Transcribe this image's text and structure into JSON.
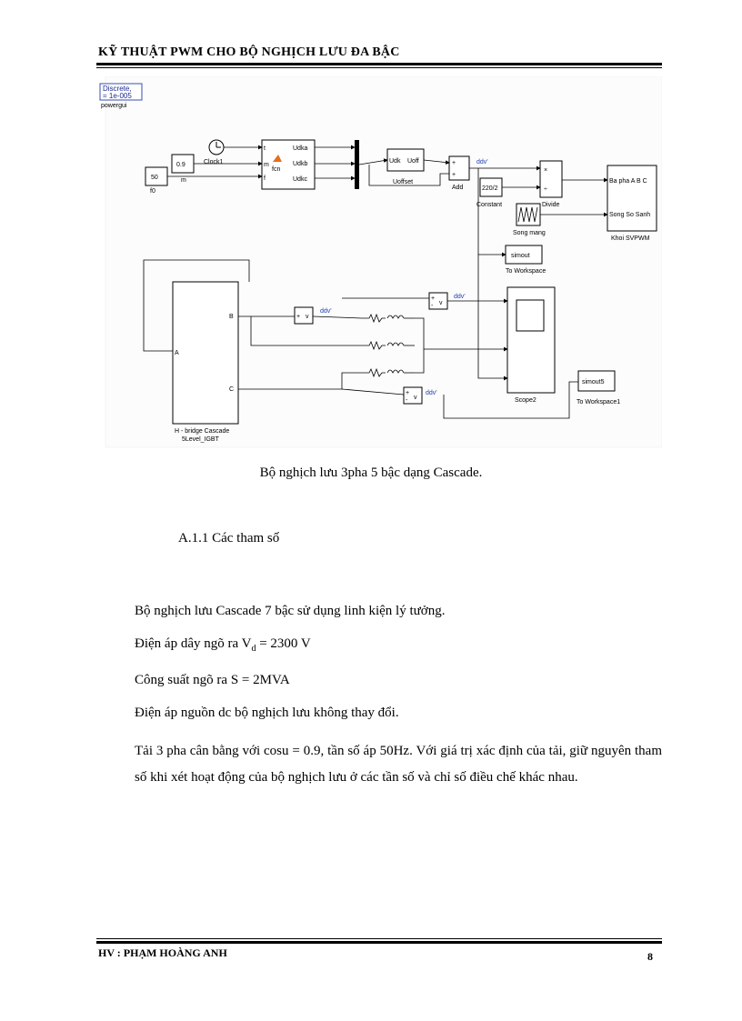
{
  "header": {
    "title": "KỸ THUẬT PWM CHO BỘ NGHỊCH LƯU ĐA BẬC"
  },
  "diagram": {
    "powergui_line1": "Discrete,",
    "powergui_line2": "= 1e-005",
    "powergui_label": "powergui",
    "const_f0_value": "50",
    "const_f0_label": "f0",
    "const_m_value": "0.9",
    "const_m_label": "m",
    "clock_label": "Clock1",
    "fcn_label": "fcn",
    "fcn_in_t": "t",
    "fcn_in_m": "m",
    "fcn_in_f": "f",
    "fcn_out_a": "Udka",
    "fcn_out_b": "Udkb",
    "fcn_out_c": "Udkc",
    "offset_in": "Udk",
    "offset_out": "Uoff",
    "offset_label": "Uoffset",
    "add_label": "Add",
    "constant_value": "220/2",
    "constant_label": "Constant",
    "divide_label": "Divide",
    "divide_x": "×",
    "divide_div": "÷",
    "songmang_label": "Song mang",
    "svpwm_in1": "Ba pha A B C",
    "svpwm_in2": "Song So Sanh",
    "svpwm_label": "Khoi SVPWM",
    "simout_value": "simout",
    "simout_label": "To Workspace",
    "simout5_value": "simout5",
    "simout5_label": "To Workspace1",
    "scope_label": "Scope2",
    "hbridge_port_a": "A",
    "hbridge_port_b": "B",
    "hbridge_port_c": "C",
    "hbridge_label1": "H - bridge Cascade",
    "hbridge_label2": "5Level_IGBT",
    "vm_label": "v",
    "plus": "+",
    "minus": "-"
  },
  "caption": "Bộ nghịch lưu 3pha 5 bậc dạng Cascade.",
  "section": "A.1.1  Các tham số",
  "paragraphs": {
    "p1": "Bộ nghịch lưu Cascade 7 bậc sử dụng linh kiện lý tưởng.",
    "p2_pre": "Điện áp dây ngõ ra V",
    "p2_sub": "d",
    "p2_post": " = 2300 V",
    "p3": "Công suất ngõ ra S = 2MVA",
    "p4": "Điện áp nguồn dc bộ nghịch lưu không thay đổi.",
    "p5": "Tải 3 pha cân bằng với cosu = 0.9, tần số áp 50Hz. Với giá trị xác định của tải, giữ nguyên tham số khi xét hoạt động của bộ nghịch lưu ở các tần số và chỉ số điều chế khác nhau."
  },
  "footer": {
    "author": "HV : PHẠM HOÀNG ANH",
    "page": "8"
  }
}
